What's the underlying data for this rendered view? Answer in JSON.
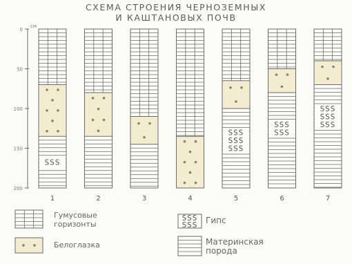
{
  "title_line1": "СХЕМА СТРОЕНИЯ ЧЕРНОЗЕМНЫХ",
  "title_line2": "И КАШТАНОВЫХ ПОЧВ",
  "depth_axis": {
    "unit": "см",
    "range": [
      0,
      200
    ],
    "ticks": [
      {
        "value": 0,
        "label": "0"
      },
      {
        "value": 50,
        "label": "50"
      },
      {
        "value": 100,
        "label": "100"
      },
      {
        "value": 150,
        "label": "150"
      },
      {
        "value": 200,
        "label": "200"
      }
    ]
  },
  "columns": [
    {
      "label": "1",
      "humus_bottom": 70,
      "beloglazka": [
        70,
        135
      ],
      "gypsum": [
        160,
        175
      ]
    },
    {
      "label": "2",
      "humus_bottom": 80,
      "beloglazka": [
        80,
        135
      ],
      "gypsum": null
    },
    {
      "label": "3",
      "humus_bottom": 110,
      "beloglazka": [
        110,
        145
      ],
      "gypsum": null
    },
    {
      "label": "4",
      "humus_bottom": 135,
      "beloglazka": [
        135,
        200
      ],
      "gypsum": null
    },
    {
      "label": "5",
      "humus_bottom": 65,
      "beloglazka": [
        65,
        100
      ],
      "gypsum": [
        125,
        155
      ]
    },
    {
      "label": "6",
      "humus_bottom": 50,
      "beloglazka": [
        50,
        80
      ],
      "gypsum": [
        115,
        135
      ]
    },
    {
      "label": "7",
      "humus_bottom": 40,
      "beloglazka": [
        40,
        70
      ],
      "gypsum": [
        95,
        125
      ]
    }
  ],
  "legend": {
    "humus": {
      "line1": "Гумусовые",
      "line2": "горизонты"
    },
    "gypsum": {
      "line1": "Гипс",
      "symbol": "SSS"
    },
    "beloglazka": {
      "line1": "Белоглазка"
    },
    "parent_rock": {
      "line1": "Материнская",
      "line2": "порода"
    }
  },
  "colors": {
    "stroke": "#6a6a6a",
    "beloglazka_fill": "#f4ecd0",
    "dots": "#8a8070",
    "paper": "#fbfbf8"
  }
}
